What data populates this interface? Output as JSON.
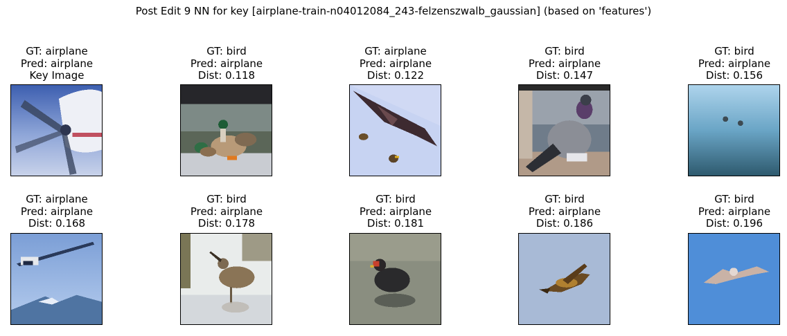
{
  "figure_title": "Post Edit 9 NN for key [airplane-train-n04012084_243-felzenszwalb_gaussian] (based on 'features')",
  "panels": [
    {
      "lines": [
        "GT: airplane",
        "Pred: airplane",
        "Key Image"
      ],
      "thumb": "propeller"
    },
    {
      "lines": [
        "GT: bird",
        "Pred: airplane",
        "Dist: 0.118"
      ],
      "thumb": "ducks"
    },
    {
      "lines": [
        "GT: airplane",
        "Pred: airplane",
        "Dist: 0.122"
      ],
      "thumb": "aircraft-diagonal"
    },
    {
      "lines": [
        "GT: bird",
        "Pred: airplane",
        "Dist: 0.147"
      ],
      "thumb": "pigeon"
    },
    {
      "lines": [
        "GT: bird",
        "Pred: airplane",
        "Dist: 0.156"
      ],
      "thumb": "water-birds"
    },
    {
      "lines": [
        "GT: airplane",
        "Pred: airplane",
        "Dist: 0.168"
      ],
      "thumb": "plane-sky"
    },
    {
      "lines": [
        "GT: bird",
        "Pred: airplane",
        "Dist: 0.178"
      ],
      "thumb": "sandpiper"
    },
    {
      "lines": [
        "GT: bird",
        "Pred: airplane",
        "Dist: 0.181"
      ],
      "thumb": "moorhen"
    },
    {
      "lines": [
        "GT: bird",
        "Pred: airplane",
        "Dist: 0.186"
      ],
      "thumb": "hawk"
    },
    {
      "lines": [
        "GT: bird",
        "Pred: airplane",
        "Dist: 0.196"
      ],
      "thumb": "gull"
    }
  ]
}
